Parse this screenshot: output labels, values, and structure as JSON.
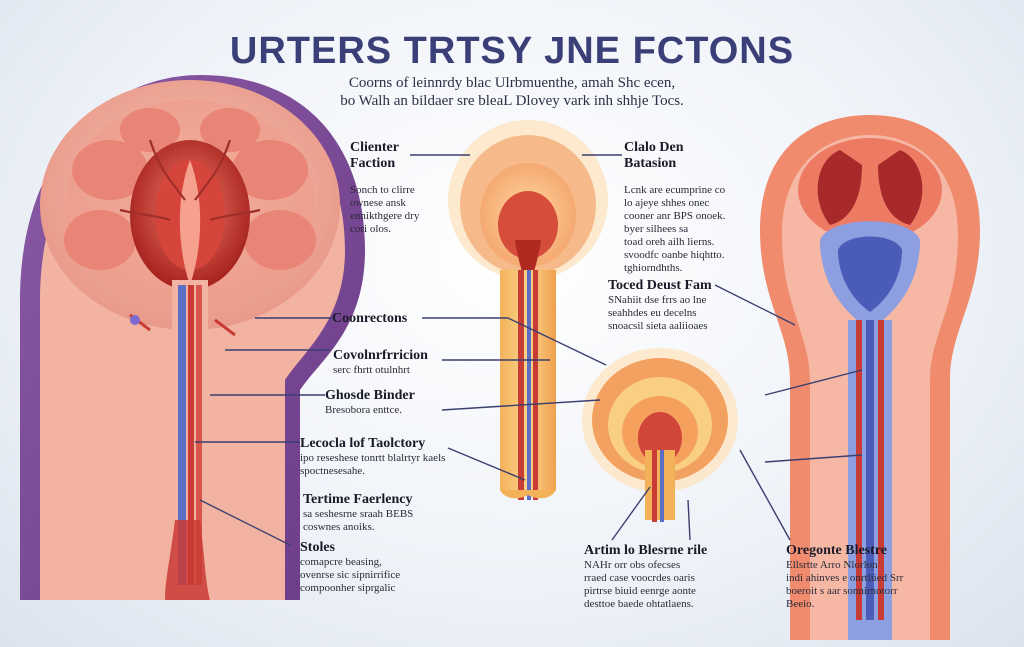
{
  "title": "URTERS TRTSY JNE FCTONS",
  "subtitle_lines": [
    "Coorns of leinnrdy blac Ulrbmuenthe, amah Shc ecen,",
    "bo Walh an bildaer sre bleaL Dlovey vark inh shhje Tocs."
  ],
  "labels": {
    "clienter": {
      "heading": "Clienter\nFaction",
      "body": "Sonch to clirre\nownese ansk\nennikthgere dry\ncori olos."
    },
    "conrectors": {
      "heading": "Coonrectons",
      "body": ""
    },
    "covolnr": {
      "heading": "Covolnrfrricion",
      "body": "serc fhrtt otulnhrt"
    },
    "ghosde": {
      "heading": "Ghosde Binder",
      "body": "Bresobora enttce."
    },
    "lecocla": {
      "heading": "Lecocla lof Taolctory",
      "body": "ipo reseshese tonrtt blalrtyr kaels\nspoctnesesahe."
    },
    "tertime": {
      "heading": "Tertime Faerlency",
      "body": "sa seshesrne sraah BEBS\ncoswnes anoiks."
    },
    "stoles": {
      "heading": "Stoles",
      "body": "comapcre beasing,\novenrse sic sipnirrifice\ncompoonher siprgalic"
    },
    "clade_den": {
      "heading": "Clalo Den\nBatasion",
      "body": "Lcnk are ecumprine co\nlo ajeye shhes onec\ncooner anr BPS onoek.\nbyer silhees sa\ntoad oreh ailh lierns.\nsvoodfc oanbe hiqhtto.\ntghiorndhths."
    },
    "toced_deust": {
      "heading": "Toced Deust Fam",
      "body": "SNahiit dse frrs ao lne\nseahhdes eu decelns\nsnoacsil sieta aaliioaes"
    },
    "artim": {
      "heading": "Artim lo Blesrne rile",
      "body": "NAHr orr obs ofecses\nrraed case voocrdes oaris\npirtrse biuid eenrge aonte\ndesttoe baede ohtatlaens."
    },
    "oregonte": {
      "heading": "Oregonte Blestre",
      "body": "Ellsrtte Arro Nlorlon\nindi ahinves e onrtliied Srr\nboeroit s aar sonnirnotorr\nBeeio."
    }
  },
  "colors": {
    "title": "#3b3f78",
    "leader": "#3a3f70",
    "vessel_red": "#c93b35",
    "vessel_blue": "#5c6fc4",
    "outer_purple": "#7b4a93"
  }
}
